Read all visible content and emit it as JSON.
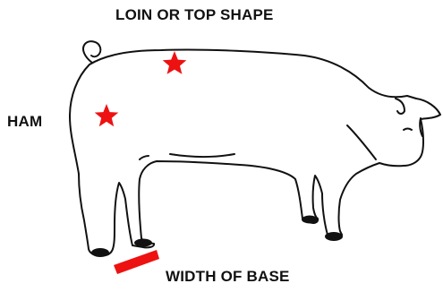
{
  "labels": {
    "loin_top_shape": "LOIN OR TOP SHAPE",
    "ham": "HAM",
    "width_of_base": "WIDTH OF BASE"
  },
  "colors": {
    "marker_red": "#ee1111",
    "outline": "#111111",
    "background": "#ffffff"
  },
  "markers": {
    "star_icon": "star-icon",
    "bar": "red-bar"
  }
}
